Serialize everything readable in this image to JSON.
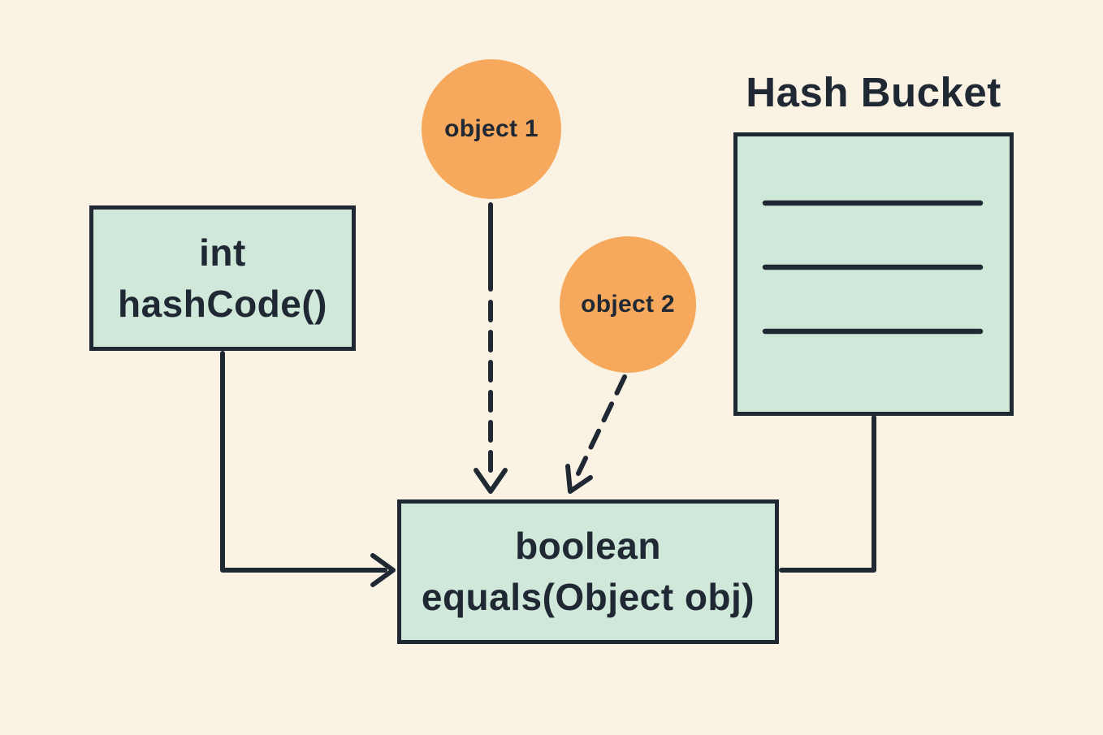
{
  "diagram": {
    "title": "Hash Bucket",
    "hashcode_box": {
      "line1": "int",
      "line2": "hashCode()"
    },
    "equals_box": {
      "line1": "boolean",
      "line2": "equals(Object obj)"
    },
    "object1_label": "object 1",
    "object2_label": "object 2",
    "bucket_slot_count": 3,
    "icons": {
      "arrow_right": "arrow-right-icon",
      "arrow_down": "arrow-down-icon",
      "arrow_down_left": "arrow-down-left-icon"
    },
    "colors": {
      "background": "#faf3e4",
      "box_fill": "#cfe8d9",
      "circle_fill": "#f6a95c",
      "stroke": "#1f2833"
    }
  }
}
